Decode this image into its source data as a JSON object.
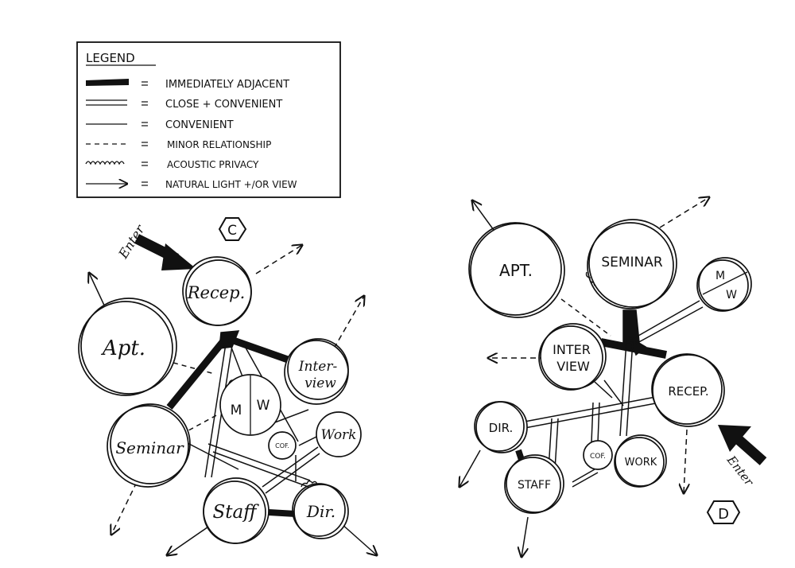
{
  "legend": {
    "title": "LEGEND",
    "items": [
      {
        "key": "thick",
        "label": "IMMEDIATELY ADJACENT"
      },
      {
        "key": "double",
        "label": "CLOSE + CONVENIENT"
      },
      {
        "key": "single",
        "label": "CONVENIENT"
      },
      {
        "key": "dashed",
        "label": "MINOR RELATIONSHIP"
      },
      {
        "key": "wavy",
        "label": "ACOUSTIC PRIVACY"
      },
      {
        "key": "arrow",
        "label": "NATURAL LIGHT +/OR VIEW"
      }
    ]
  },
  "diagram_c": {
    "badge": "C",
    "enter": "Enter",
    "rooms": {
      "recep": "Recep.",
      "apt": "Apt.",
      "interview": [
        "Inter-",
        "view"
      ],
      "mw": [
        "M",
        "W"
      ],
      "seminar": "Seminar",
      "cof": "COF.",
      "work": "Work",
      "staff": "Staff",
      "dir": "Dir."
    }
  },
  "diagram_d": {
    "badge": "D",
    "enter": "Enter",
    "rooms": {
      "apt": "APT.",
      "seminar": "SEMINAR",
      "mw": [
        "M",
        "W"
      ],
      "interview": [
        "INTER",
        "VIEW"
      ],
      "recep": "RECEP.",
      "dir": "DIR.",
      "cof": "COF.",
      "work": "WORK",
      "staff": "STAFF"
    }
  }
}
